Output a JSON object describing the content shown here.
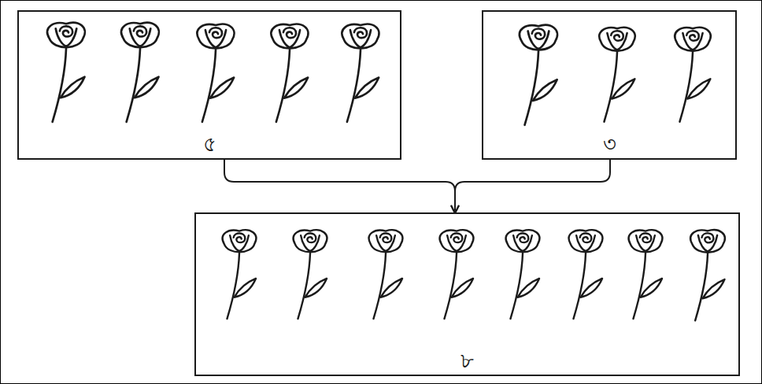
{
  "diagram": {
    "nodes": [
      {
        "text": [
          "৫"
        ]
      },
      {
        "text": [
          "৩"
        ]
      },
      {
        "text": [
          "৮"
        ]
      }
    ],
    "edges": [
      {
        "from": 0,
        "to": 2,
        "arrow": "to"
      },
      {
        "from": 1,
        "to": 2,
        "arrow": "to"
      }
    ]
  }
}
